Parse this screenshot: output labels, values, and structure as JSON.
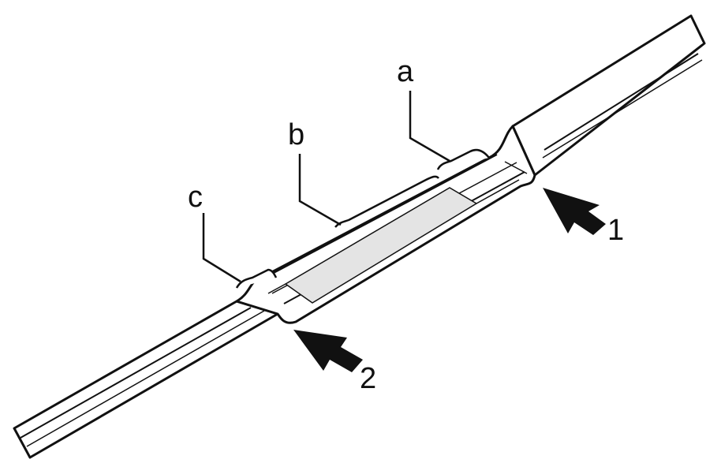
{
  "labels": {
    "a": "a",
    "b": "b",
    "c": "c",
    "arrow1": "1",
    "arrow2": "2"
  },
  "colors": {
    "stroke": "#111111",
    "highlight": "#e4e4e4",
    "background": "#ffffff"
  }
}
